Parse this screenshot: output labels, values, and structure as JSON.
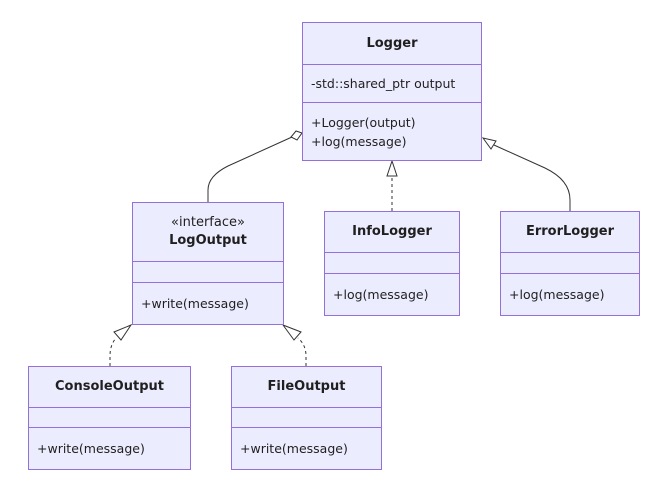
{
  "classes": {
    "logger": {
      "name": "Logger",
      "attributes": [
        "-std::shared_ptr output"
      ],
      "methods": [
        "+Logger(output)",
        "+log(message)"
      ]
    },
    "log_output": {
      "stereotype": "«interface»",
      "name": "LogOutput",
      "attributes": [],
      "methods": [
        "+write(message)"
      ]
    },
    "info_logger": {
      "name": "InfoLogger",
      "attributes": [],
      "methods": [
        "+log(message)"
      ]
    },
    "error_logger": {
      "name": "ErrorLogger",
      "attributes": [],
      "methods": [
        "+log(message)"
      ]
    },
    "console_output": {
      "name": "ConsoleOutput",
      "attributes": [],
      "methods": [
        "+write(message)"
      ]
    },
    "file_output": {
      "name": "FileOutput",
      "attributes": [],
      "methods": [
        "+write(message)"
      ]
    }
  },
  "relations": [
    {
      "from": "log_output",
      "to": "logger",
      "type": "aggregation"
    },
    {
      "from": "info_logger",
      "to": "logger",
      "type": "inheritance",
      "line": "dashed"
    },
    {
      "from": "error_logger",
      "to": "logger",
      "type": "inheritance",
      "line": "solid"
    },
    {
      "from": "console_output",
      "to": "log_output",
      "type": "realization",
      "line": "dashed"
    },
    {
      "from": "file_output",
      "to": "log_output",
      "type": "realization",
      "line": "dashed"
    }
  ],
  "colors": {
    "fill": "#ececff",
    "border": "#9370db",
    "edge": "#333333",
    "text": "#1f1f1f"
  }
}
